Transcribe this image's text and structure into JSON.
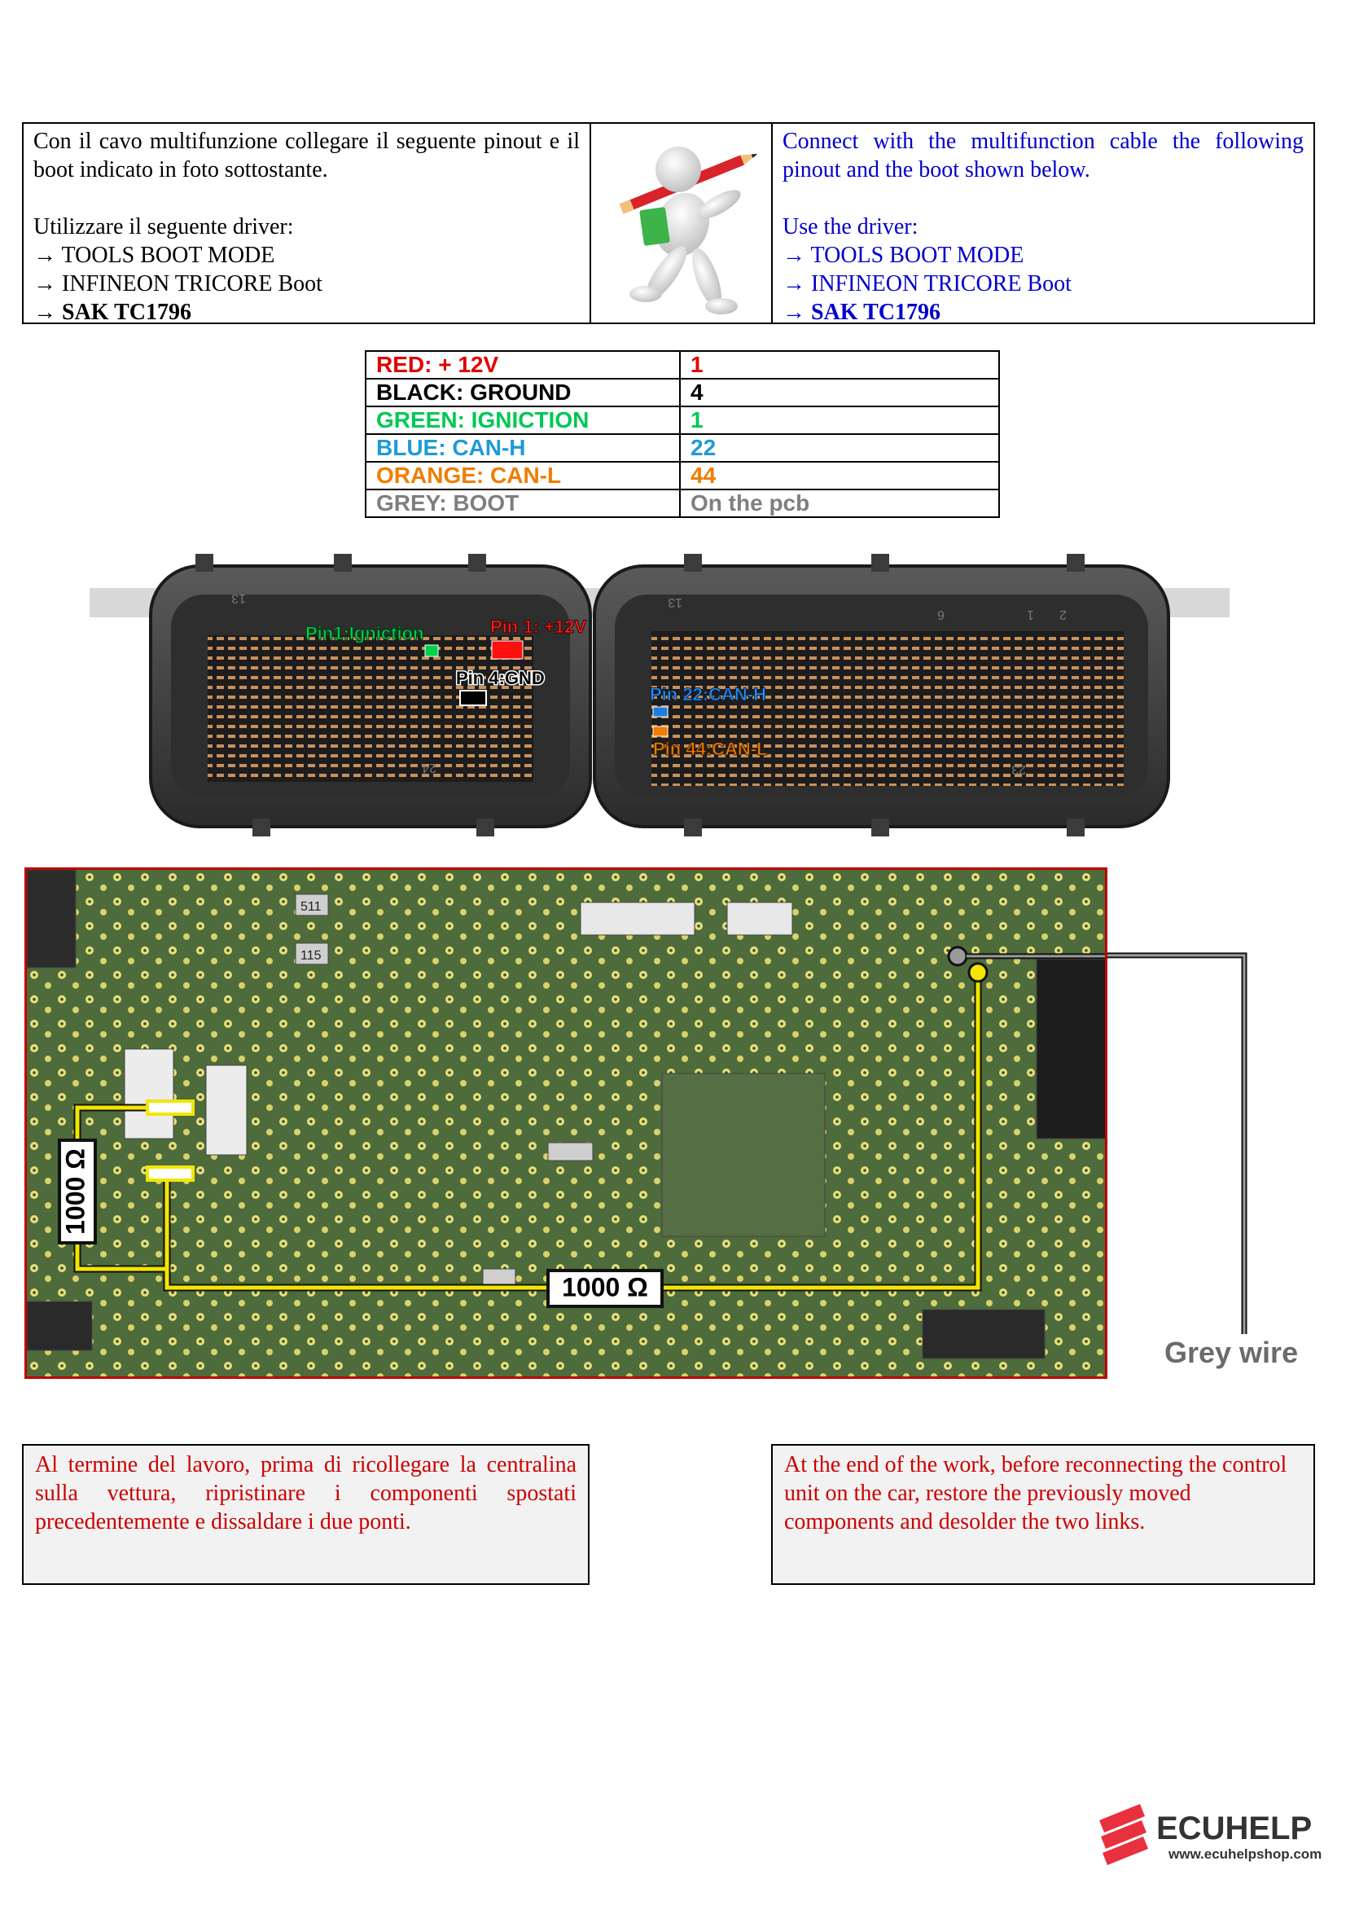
{
  "header": {
    "italian": {
      "line1": "Con il cavo multifunzione collegare il seguente pinout e il boot indicato in foto sottostante.",
      "line2": "Utilizzare il seguente driver:",
      "steps": [
        "→ TOOLS BOOT MODE",
        "→ INFINEON TRICORE Boot",
        "→ SAK TC1796"
      ]
    },
    "english": {
      "line1": "Connect with the multifunction cable the following pinout and the boot shown below.",
      "line2": "Use the driver:",
      "steps": [
        "→ TOOLS BOOT MODE",
        "→ INFINEON TRICORE Boot",
        "→ SAK TC1796"
      ]
    }
  },
  "pinout": [
    {
      "label": "RED: + 12V",
      "value": "1",
      "color": "#e00000"
    },
    {
      "label": "BLACK: GROUND",
      "value": "4",
      "color": "#000000"
    },
    {
      "label": "GREEN: IGNICTION",
      "value": "1",
      "color": "#00c853"
    },
    {
      "label": "BLUE: CAN-H",
      "value": "22",
      "color": "#1e9bd7"
    },
    {
      "label": "ORANGE: CAN-L",
      "value": "44",
      "color": "#f07d00"
    },
    {
      "label": "GREY: BOOT",
      "value": "On the pcb",
      "color": "#7f7f7f"
    }
  ],
  "connector": {
    "labels": {
      "ign": "Pin1:Igniction",
      "pwr": "Pin 1: +12V",
      "gnd": "Pin 4:GND",
      "canh": "Pin 22:CAN-H",
      "canl": "Pin 44:CAN-L"
    },
    "numbers": {
      "n13a": "13",
      "n1": "1",
      "n6": "6",
      "n13": "13",
      "n2": "2",
      "n23": "23",
      "n24": "24"
    }
  },
  "pcb": {
    "resistor_vertical": "1000 Ω",
    "resistor_horizontal": "1000 Ω",
    "grey_wire": "Grey wire",
    "chip_marks": [
      "511",
      "115"
    ]
  },
  "footer": {
    "italian": "Al termine del lavoro, prima di ricollegare la centralina sulla vettura, ripristinare i componenti spostati precedentemente e dissaldare i due ponti.",
    "english": "At the end of the work, before reconnecting the control unit on the car, restore the previously moved components and desolder the two links."
  },
  "logo": {
    "name": "ECUHELP",
    "url": "www.ecuhelpshop.com",
    "brand_color": "#e8303f"
  }
}
